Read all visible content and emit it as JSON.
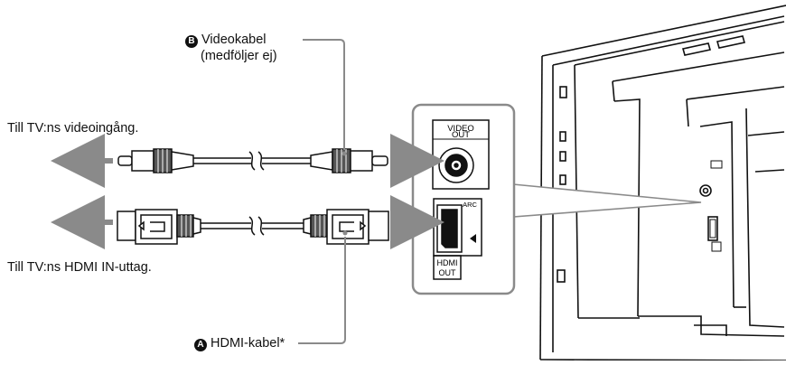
{
  "labels": {
    "video_cable_badge": "B",
    "video_cable": "Videokabel",
    "video_cable_note": "(medföljer ej)",
    "tv_video_input": "Till TV:ns videoingång.",
    "tv_hdmi_input": "Till TV:ns HDMI IN-uttag.",
    "hdmi_cable_badge": "A",
    "hdmi_cable": "HDMI-kabel*"
  },
  "panel": {
    "video_out_line1": "VIDEO",
    "video_out_line2": "OUT",
    "arc": "ARC",
    "hdmi_out_line1": "HDMI",
    "hdmi_out_line2": "OUT"
  },
  "colors": {
    "arrow": "#8a8a8a",
    "line": "#111111",
    "leader": "#8a8a8a",
    "plug_fill": "#ffffff",
    "plug_dark": "#555555"
  }
}
